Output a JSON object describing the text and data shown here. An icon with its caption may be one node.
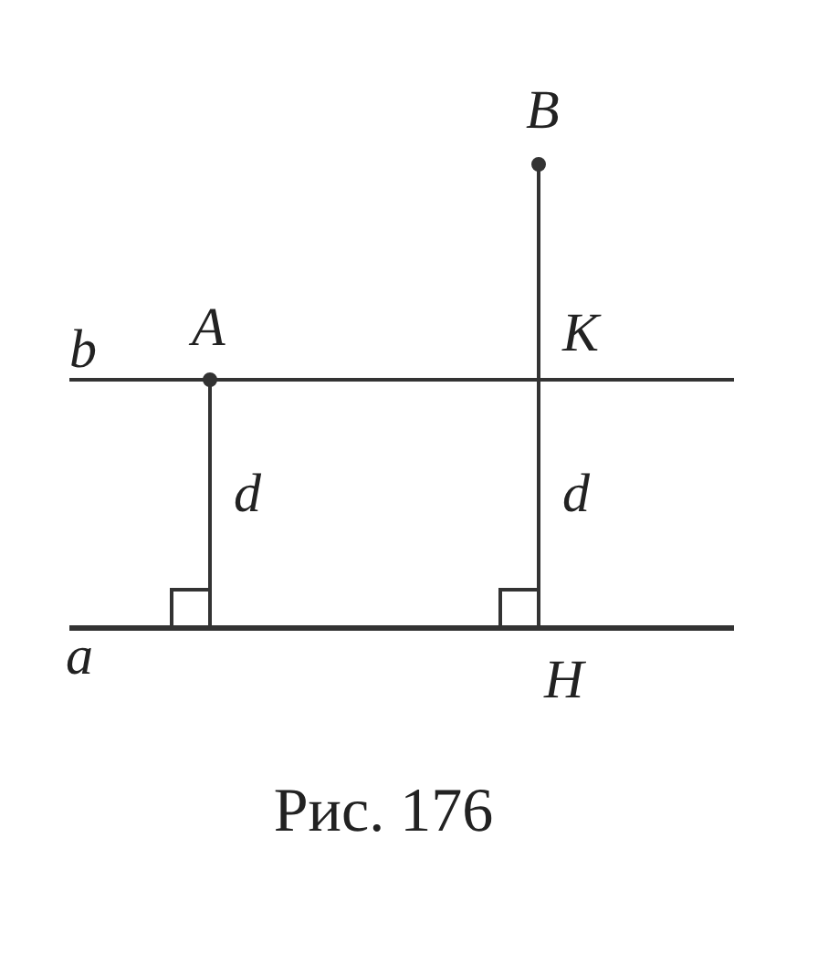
{
  "diagram": {
    "caption": "Рис. 176",
    "labels": [
      "B",
      "b",
      "A",
      "K",
      "d",
      "d",
      "a",
      "H"
    ]
  }
}
